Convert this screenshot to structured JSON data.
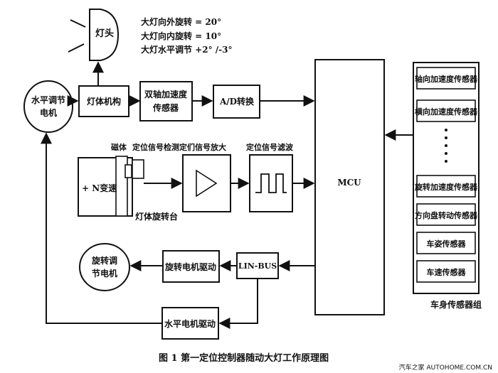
{
  "lamp": {
    "label": "灯头",
    "rotation_lines": [
      "大灯向外旋转 = 20°",
      "大灯向内旋转 = 10°",
      "大灯水平调节  +2°  /-3°"
    ]
  },
  "blocks": {
    "horizontal_motor": [
      "水平调节",
      "电机"
    ],
    "lamp_mechanism": "灯体机构",
    "dual_axis_sensor": [
      "双轴加速度",
      "传感器"
    ],
    "ad_converter": "A/D转换",
    "mcu": "MCU",
    "n_gear": "+ N变速",
    "magnet": "磁体",
    "position_detect": "定位信号检测",
    "signal_amp": "定们信号放大",
    "signal_filter": "定位信号滤波",
    "lamp_turntable": "灯体旋转台",
    "swivel_motor": [
      "旋转调",
      "节电机"
    ],
    "swivel_driver": "旋转电机驱动",
    "lin_bus": "LIN-BUS",
    "horizontal_driver": "水平电机驱动"
  },
  "sensor_group": {
    "items": [
      "轴向加速度传感器",
      "横向加速度传感器",
      "旋转加速度传感器",
      "方向盘转动传感器",
      "车姿传感器",
      "车速传感器"
    ],
    "caption": "车身传感器组"
  },
  "figure_caption": "图 1    第一定位控制器随动大灯工作原理图",
  "watermark": "汽车之家  AUTOHOME.COM.CN"
}
